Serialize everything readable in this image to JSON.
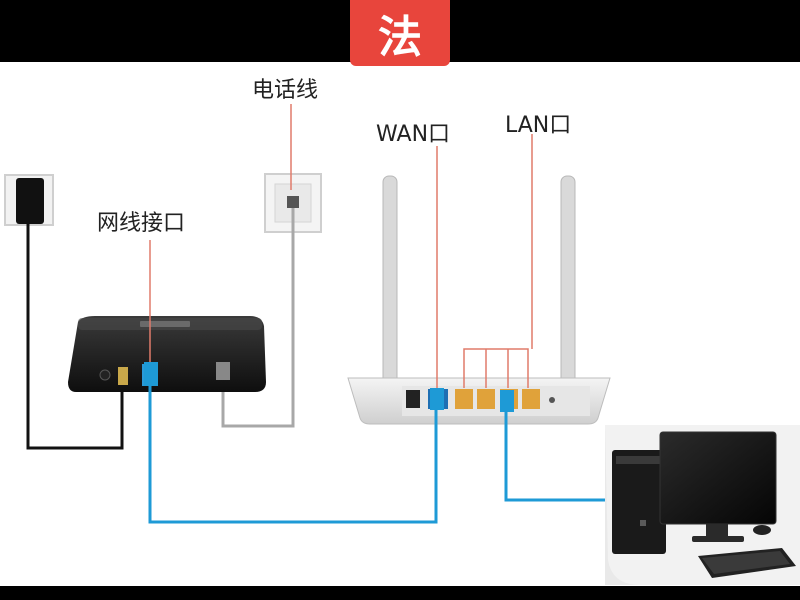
{
  "badge_text": "法",
  "labels": {
    "phone_line": "电话线",
    "network_port": "网线接口",
    "wan_port": "WAN口",
    "lan_port": "LAN口"
  },
  "colors": {
    "badge": "#e8453c",
    "network_cable": "#1e9ad6",
    "phone_cable": "#9a9a9a",
    "power_cable": "#111111",
    "indicator_line": "#e07b6a"
  }
}
